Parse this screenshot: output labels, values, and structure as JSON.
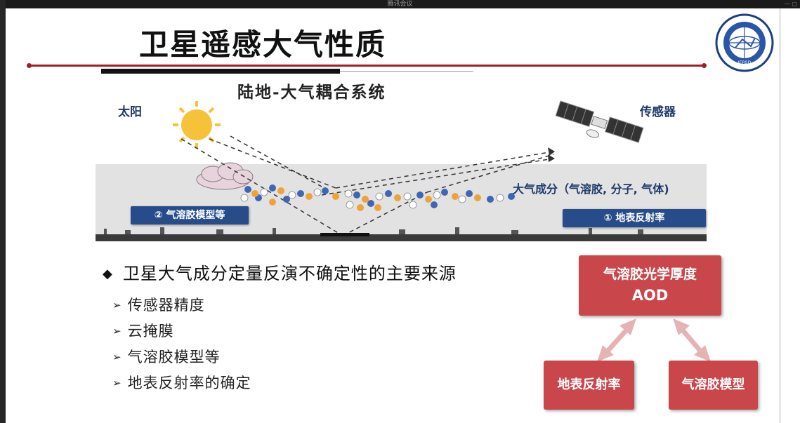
{
  "window": {
    "title": "腾讯会议"
  },
  "slide": {
    "title": "卫星遥感大气性质",
    "diagram": {
      "subtitle": "陆地-大气耦合系统",
      "sun_label": "太阳",
      "sensor_label": "传感器",
      "atmosphere_label": "大气成分（气溶胶, 分子, 气体)",
      "aerosol_box": "② 气溶胶模型等",
      "surface_box": "① 地表反射率"
    },
    "bullet_main": "卫星大气成分定量反演不确定性的主要来源",
    "sub_bullets": [
      "传感器精度",
      "云掩膜",
      "气溶胶模型等",
      "地表反射率的确定"
    ],
    "aod_box": {
      "line1": "气溶胶光学厚度",
      "line2": "AOD"
    },
    "surface_reflectance_box": "地表反射率",
    "aerosol_model_box": "气溶胶模型",
    "logo_text": "IERSD"
  },
  "colors": {
    "accent_red": "#a51d24",
    "box_red": "#c9474b",
    "box_blue": "#264d8a",
    "label_blue": "#1f3a6a"
  }
}
